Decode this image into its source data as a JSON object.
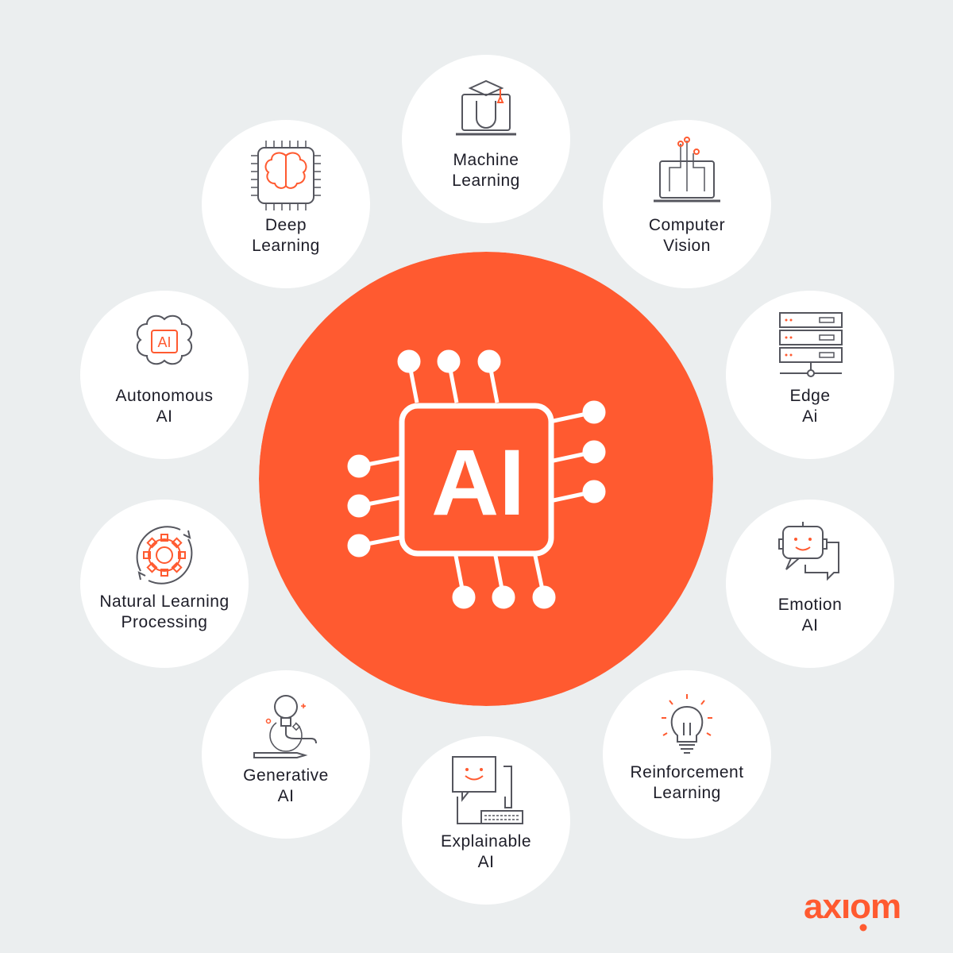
{
  "center": {
    "label": "AI"
  },
  "topics": [
    {
      "id": "machine-learning",
      "lines": [
        "Machine",
        "Learning"
      ],
      "icon": "laptop-graduation-icon"
    },
    {
      "id": "deep-learning",
      "lines": [
        "Deep",
        "Learning"
      ],
      "icon": "brain-chip-icon"
    },
    {
      "id": "computer-vision",
      "lines": [
        "Computer",
        "Vision"
      ],
      "icon": "laptop-circuit-icon"
    },
    {
      "id": "autonomous-ai",
      "lines": [
        "Autonomous",
        "AI"
      ],
      "icon": "brain-ai-icon"
    },
    {
      "id": "edge-ai",
      "lines": [
        "Edge",
        "Ai"
      ],
      "icon": "server-rack-icon"
    },
    {
      "id": "natural-learning-processing",
      "lines": [
        "Natural Learning",
        "Processing"
      ],
      "icon": "gear-cycle-icon"
    },
    {
      "id": "emotion-ai",
      "lines": [
        "Emotion",
        "AI"
      ],
      "icon": "robot-chat-icon"
    },
    {
      "id": "generative-ai",
      "lines": [
        "Generative",
        "AI"
      ],
      "icon": "bulb-pencil-icon"
    },
    {
      "id": "reinforcement-learning",
      "lines": [
        "Reinforcement",
        "Learning"
      ],
      "icon": "lightbulb-icon"
    },
    {
      "id": "explainable-ai",
      "lines": [
        "Explainable",
        "AI"
      ],
      "icon": "chat-keyboard-icon"
    }
  ],
  "brand": {
    "logo_text": "axiom"
  },
  "colors": {
    "accent": "#ff5a30",
    "background": "#ebeeef",
    "card": "#ffffff",
    "text": "#1d1d28",
    "icon_line": "#55565e"
  }
}
